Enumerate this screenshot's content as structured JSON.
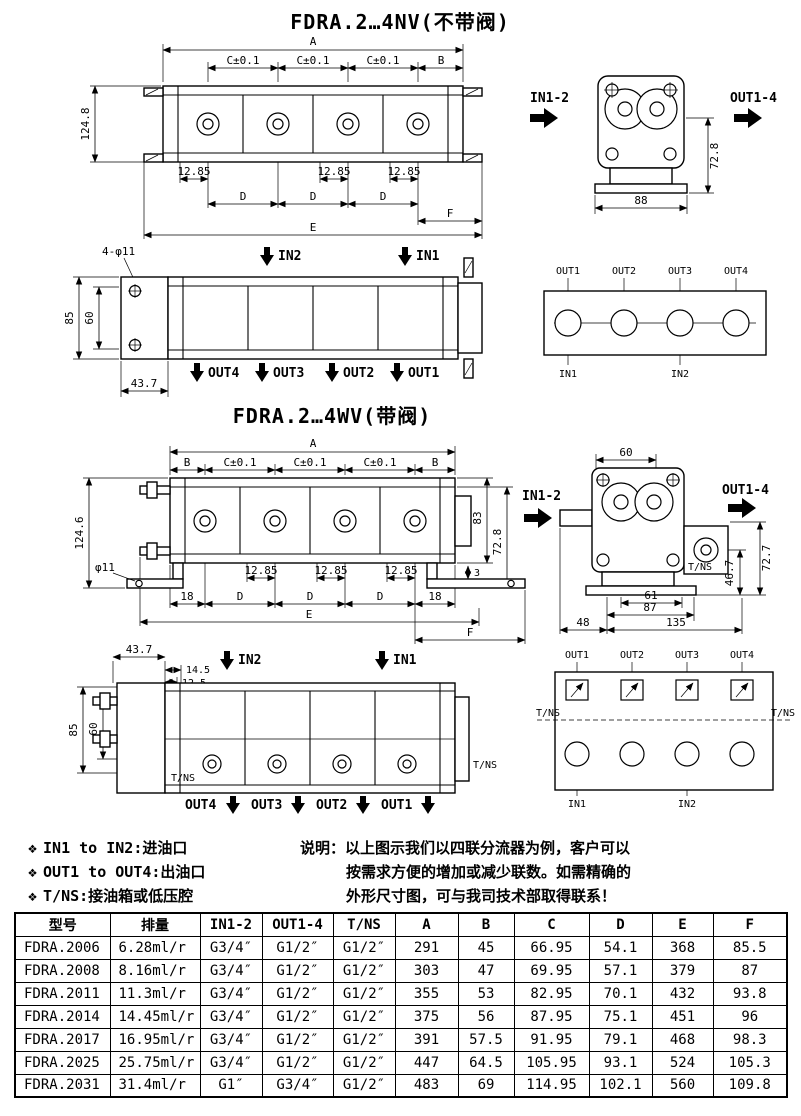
{
  "titles": {
    "nv": "FDRA.2…4NV(不带阀)",
    "wv": "FDRA.2…4WV(带阀)"
  },
  "dims": {
    "A": "A",
    "B": "B",
    "C": "C±0.1",
    "D": "D",
    "E": "E",
    "F": "F",
    "h124_8": "124.8",
    "h124_6": "124.6",
    "d12_85": "12.85",
    "n85": "85",
    "n60": "60",
    "n43_7": "43.7",
    "n88": "88",
    "n72_8": "72.8",
    "n72_7": "72.7",
    "n83": "83",
    "n3": "3",
    "n18": "18",
    "n46_7": "46.7",
    "n61": "61",
    "n87": "87",
    "n48": "48",
    "n135": "135",
    "n14_5": "14.5",
    "n12_5": "12.5",
    "holes": "4-φ11",
    "phi11": "φ11"
  },
  "ports": {
    "in1": "IN1",
    "in2": "IN2",
    "in12": "IN1-2",
    "out1": "OUT1",
    "out2": "OUT2",
    "out3": "OUT3",
    "out4": "OUT4",
    "out14": "OUT1-4",
    "tns": "T/NS"
  },
  "notes": {
    "bullet": "❖",
    "items": [
      "IN1 to IN2:进油口",
      "OUT1 to OUT4:出油口",
      "T/NS:接油箱或低压腔"
    ],
    "desc": [
      "说明：以上图示我们以四联分流器为例，客户可以",
      "按需求方便的增加或减少联数。如需精确的",
      "外形尺寸图，可与我司技术部取得联系！"
    ]
  },
  "table": {
    "headers": [
      "型号",
      "排量",
      "IN1-2",
      "OUT1-4",
      "T/NS",
      "A",
      "B",
      "C",
      "D",
      "E",
      "F"
    ],
    "rows": [
      [
        "FDRA.2006",
        "6.28ml/r",
        "G3/4″",
        "G1/2″",
        "G1/2″",
        "291",
        "45",
        "66.95",
        "54.1",
        "368",
        "85.5"
      ],
      [
        "FDRA.2008",
        "8.16ml/r",
        "G3/4″",
        "G1/2″",
        "G1/2″",
        "303",
        "47",
        "69.95",
        "57.1",
        "379",
        "87"
      ],
      [
        "FDRA.2011",
        "11.3ml/r",
        "G3/4″",
        "G1/2″",
        "G1/2″",
        "355",
        "53",
        "82.95",
        "70.1",
        "432",
        "93.8"
      ],
      [
        "FDRA.2014",
        "14.45ml/r",
        "G3/4″",
        "G1/2″",
        "G1/2″",
        "375",
        "56",
        "87.95",
        "75.1",
        "451",
        "96"
      ],
      [
        "FDRA.2017",
        "16.95ml/r",
        "G3/4″",
        "G1/2″",
        "G1/2″",
        "391",
        "57.5",
        "91.95",
        "79.1",
        "468",
        "98.3"
      ],
      [
        "FDRA.2025",
        "25.75ml/r",
        "G3/4″",
        "G1/2″",
        "G1/2″",
        "447",
        "64.5",
        "105.95",
        "93.1",
        "524",
        "105.3"
      ],
      [
        "FDRA.2031",
        "31.4ml/r",
        "G1″",
        "G3/4″",
        "G1/2″",
        "483",
        "69",
        "114.95",
        "102.1",
        "560",
        "109.8"
      ]
    ]
  }
}
